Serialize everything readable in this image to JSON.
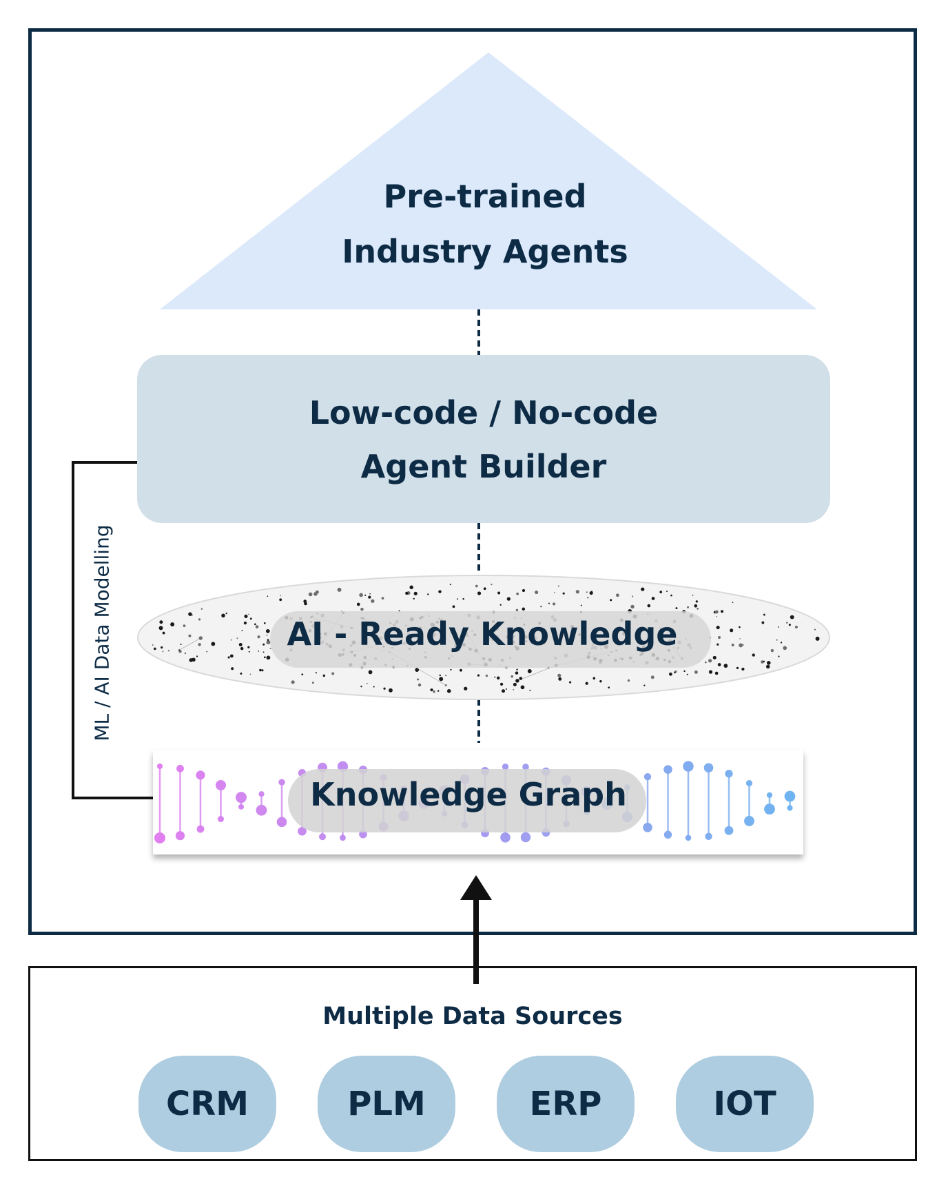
{
  "pyramid": {
    "title_line1": "Pre-trained",
    "title_line2": "Industry Agents",
    "color": "#dbe9fb"
  },
  "builder": {
    "title_line1": "Low-code / No-code",
    "title_line2": "Agent Builder",
    "color": "#d1dfe9"
  },
  "knowledge": {
    "title": "AI - Ready Knowledge"
  },
  "graph": {
    "title": "Knowledge Graph"
  },
  "side": {
    "label": "ML / AI Data Modelling"
  },
  "sources": {
    "title": "Multiple Data Sources",
    "items": [
      {
        "label": "CRM"
      },
      {
        "label": "PLM"
      },
      {
        "label": "ERP"
      },
      {
        "label": "IOT"
      }
    ],
    "pill_color": "#aecde0"
  },
  "colors": {
    "navy": "#0d2b45",
    "pink_accent": "#e17ff0",
    "blue_accent": "#6fb4f0"
  }
}
